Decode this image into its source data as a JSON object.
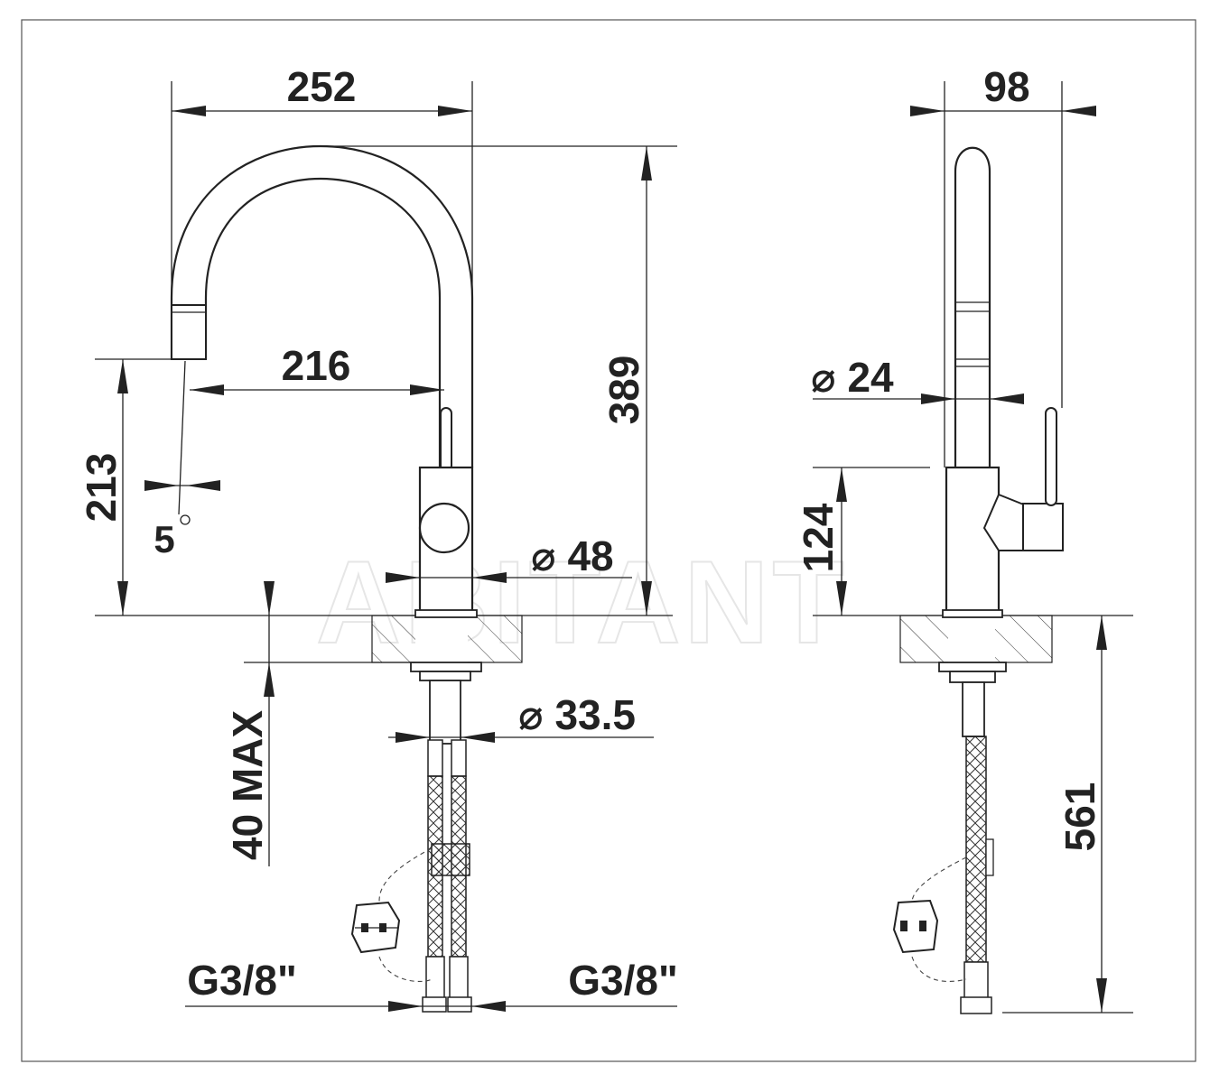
{
  "watermark": "ABITANT",
  "front_view": {
    "dimensions": {
      "overall_width": "252",
      "spout_reach": "216",
      "total_height": "389",
      "spout_outlet_height": "213",
      "outlet_offset": "5",
      "body_diameter": "⌀ 48",
      "mounting_hole_diameter": "⌀ 33.5",
      "max_deck_thickness": "40 MAX",
      "left_connection": "G3/8\"",
      "right_connection": "G3/8\""
    }
  },
  "side_view": {
    "dimensions": {
      "overall_depth": "98",
      "spout_diameter": "⌀ 24",
      "lever_height": "124",
      "hose_length": "561"
    }
  }
}
